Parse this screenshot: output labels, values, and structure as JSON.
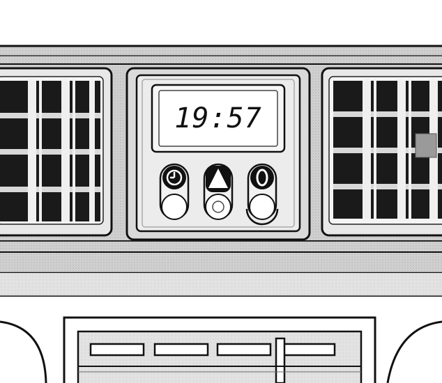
{
  "clock": {
    "time_display": "19:57"
  },
  "buttons": [
    {
      "id": "clock-set",
      "icon": "clock-icon"
    },
    {
      "id": "hour-advance",
      "icon": "triangle-up-icon"
    },
    {
      "id": "minute-reset",
      "icon": "zero-icon"
    }
  ],
  "colors": {
    "paper": "#ffffff",
    "dash_gray": "#d4d4d4",
    "panel_light": "#e4e4e4",
    "vent_dark": "#1a1a1a",
    "ink": "#111111"
  }
}
